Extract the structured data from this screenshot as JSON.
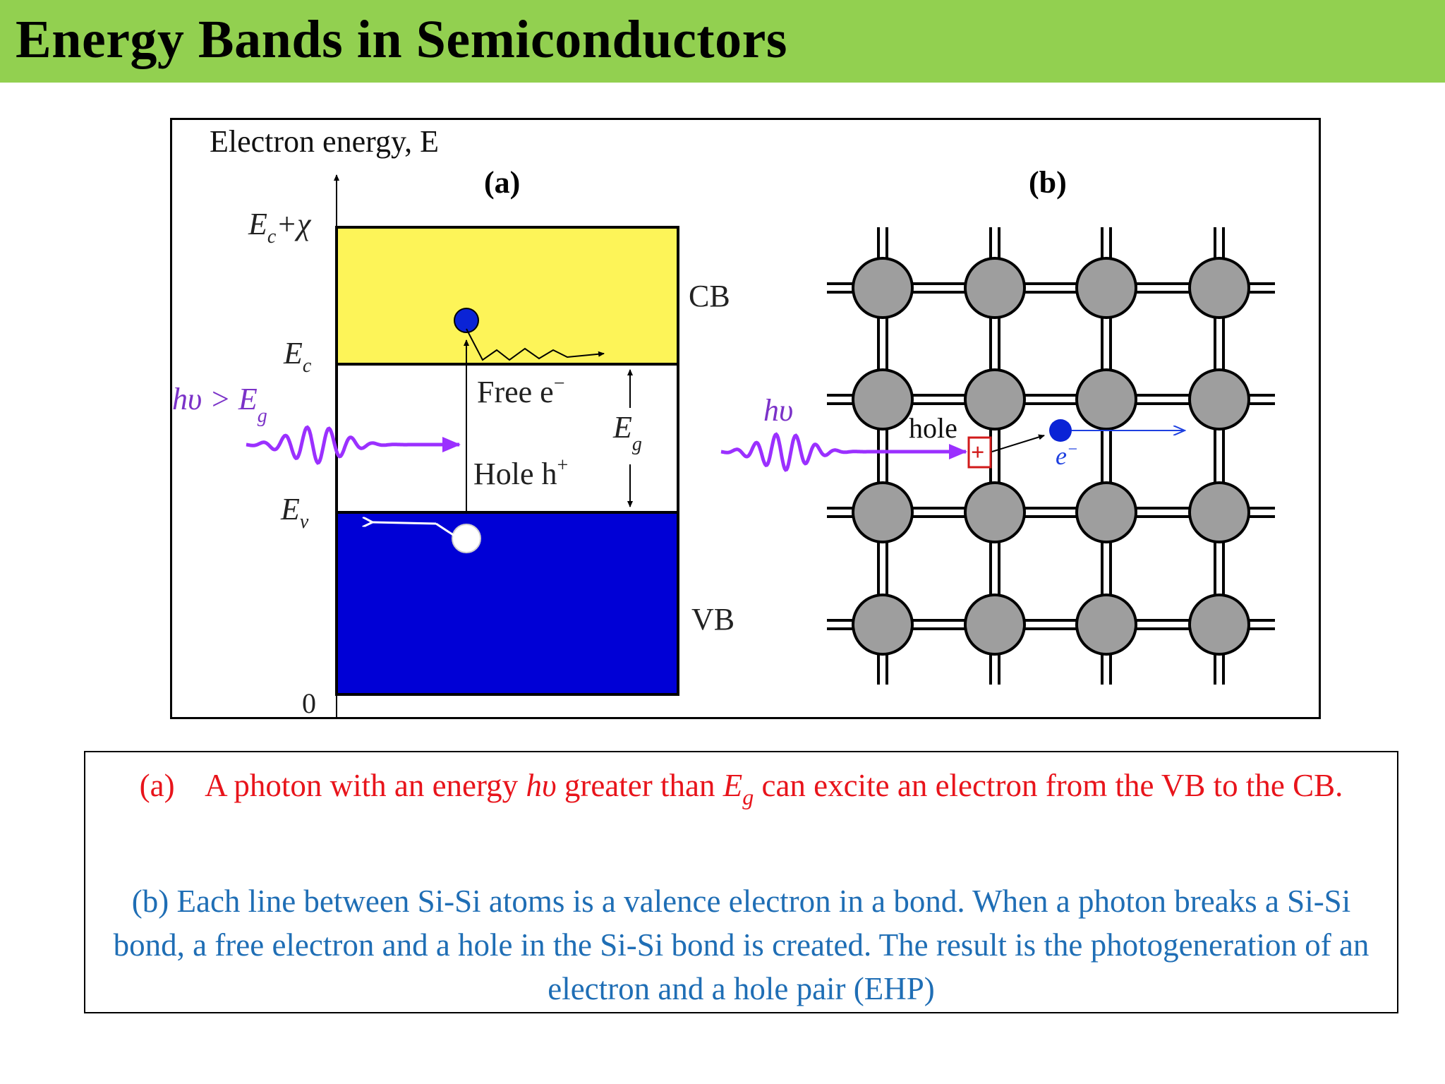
{
  "title": "Energy Bands in Semiconductors",
  "figure": {
    "panel_a": {
      "label": "(a)",
      "axis_label": "Electron energy, E",
      "levels": {
        "ec_chi": {
          "main": "E",
          "sub": "c",
          "suffix": "+χ"
        },
        "ec": {
          "main": "E",
          "sub": "c"
        },
        "ev": {
          "main": "E",
          "sub": "v"
        },
        "zero": "0"
      },
      "photon": {
        "main": "hυ > E",
        "sub": "g"
      },
      "free_electron": {
        "main": "Free e",
        "sup": "−"
      },
      "hole": {
        "main": "Hole h",
        "sup": "+"
      },
      "gap": {
        "main": "E",
        "sub": "g"
      },
      "cb": "CB",
      "vb": "VB",
      "colors": {
        "cb_fill": "#fdf458",
        "vb_fill": "#0000d6",
        "photon": "#9b30ff"
      }
    },
    "panel_b": {
      "label": "(b)",
      "photon": "hυ",
      "hole": "hole",
      "hole_symbol": "+",
      "electron": {
        "main": "e",
        "sup": "−"
      },
      "colors": {
        "atom_fill": "#9e9e9e",
        "electron": "#0a23d6",
        "hole_box": "#d11a1a",
        "electron_arrow": "#1e40e0"
      }
    }
  },
  "caption": {
    "a": {
      "prefix": "(a)    A photon with an energy ",
      "hv": "hυ",
      "mid": " greater than ",
      "eg_main": "E",
      "eg_sub": "g",
      "suffix": " can excite an electron from the VB to the CB."
    },
    "b": "(b) Each line between Si-Si atoms is a valence electron in a bond. When a photon breaks a Si-Si bond, a free electron and a hole in the Si-Si bond is created. The result is the photogeneration of an electron and a hole pair (EHP)"
  }
}
